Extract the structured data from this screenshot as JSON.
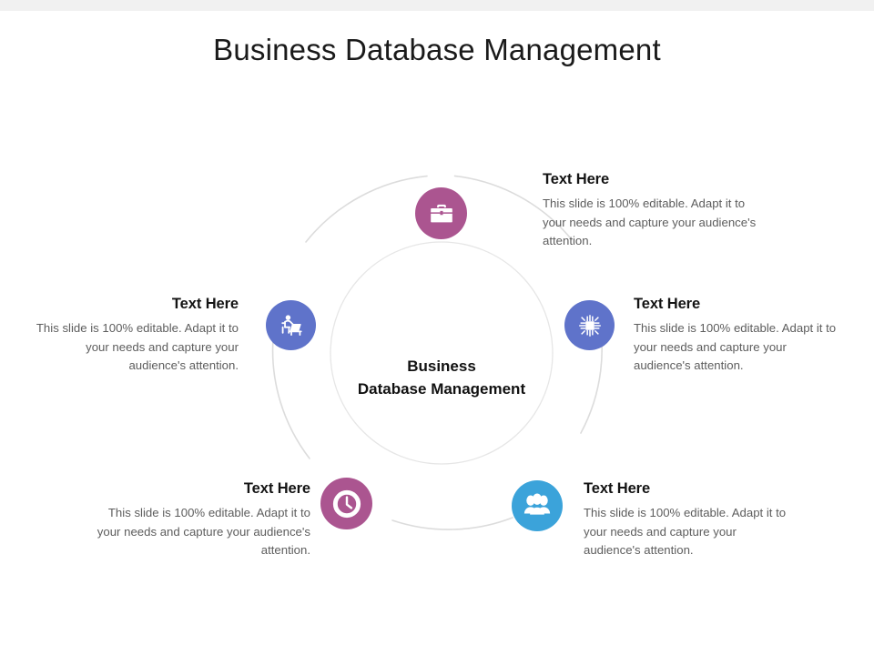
{
  "slide": {
    "title": "Business Database Management",
    "background_color": "#ffffff",
    "top_band_color": "#f1f1f1"
  },
  "center": {
    "line1": "Business",
    "line2": "Database Management",
    "ring_color": "#e2e2e2"
  },
  "colors": {
    "magenta": "#ab5590",
    "blue_violet": "#5f73ca",
    "light_blue": "#3ba3da",
    "ring": "#dcdcdc",
    "heading": "#141414",
    "body": "#5d5d5d"
  },
  "nodes": [
    {
      "position": "top",
      "icon": "briefcase-icon",
      "color": "#ab5590",
      "heading": "Text Here",
      "body": "This slide is 100% editable. Adapt it to your needs and capture your audience's attention."
    },
    {
      "position": "right",
      "icon": "microchip-icon",
      "color": "#5f73ca",
      "heading": "Text Here",
      "body": "This slide is 100% editable. Adapt it to your needs and capture your audience's attention."
    },
    {
      "position": "bottom-right",
      "icon": "team-group-icon",
      "color": "#3ba3da",
      "heading": "Text Here",
      "body": "This slide is 100% editable. Adapt it to your needs and capture your audience's attention."
    },
    {
      "position": "bottom-left",
      "icon": "clock-icon",
      "color": "#ab5590",
      "heading": "Text Here",
      "body": "This slide is 100% editable. Adapt it to your needs and capture your audience's attention."
    },
    {
      "position": "left",
      "icon": "person-at-desk-icon",
      "color": "#5f73ca",
      "heading": "Text Here",
      "body": "This slide is 100% editable. Adapt it to your needs and capture your audience's attention."
    }
  ]
}
